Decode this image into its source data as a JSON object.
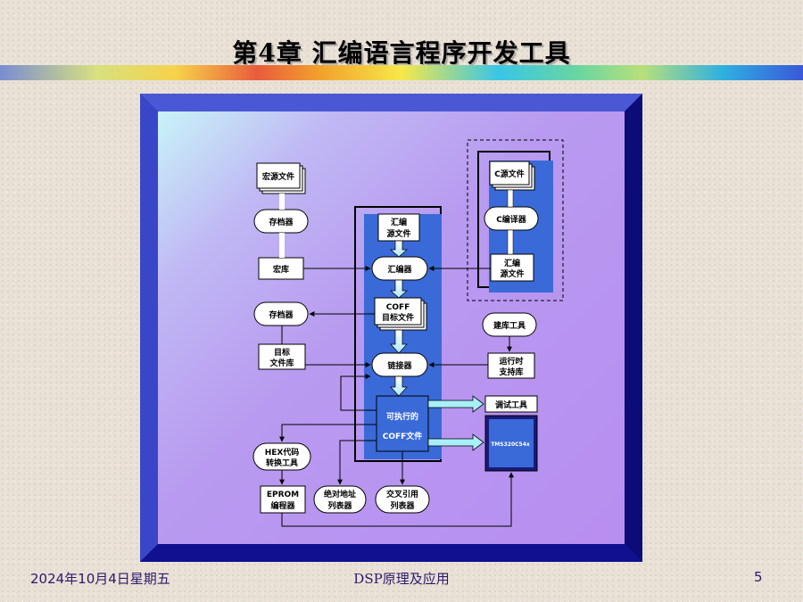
{
  "slide": {
    "title": "第4章  汇编语言程序开发工具",
    "footer_date": "2024年10月4日星期五",
    "footer_course": "DSP原理及应用",
    "page_number": "5"
  },
  "diagram": {
    "macro_source": "宏源文件",
    "archiver_top": "存档器",
    "macro_library": "宏库",
    "archiver_mid": "存档器",
    "object_library": [
      "目标",
      "文件库"
    ],
    "asm_source": [
      "汇编",
      "源文件"
    ],
    "assembler": "汇编器",
    "coff_object": [
      "COFF",
      "目标文件"
    ],
    "linker": "链接器",
    "executable": [
      "可执行的",
      "COFF文件"
    ],
    "c_source": "C源文件",
    "c_compiler": "C编译器",
    "c_asm_source": [
      "汇编",
      "源文件"
    ],
    "lib_builder": "建库工具",
    "runtime_lib": [
      "运行时",
      "支持库"
    ],
    "debug_tools": "调试工具",
    "target_chip": "TMS320C54x",
    "hex_converter": [
      "HEX代码",
      "转换工具"
    ],
    "eprom": [
      "EPROM",
      "编程器"
    ],
    "abs_lister": [
      "绝对地址",
      "列表器"
    ],
    "xref_lister": [
      "交叉引用",
      "列表器"
    ]
  }
}
